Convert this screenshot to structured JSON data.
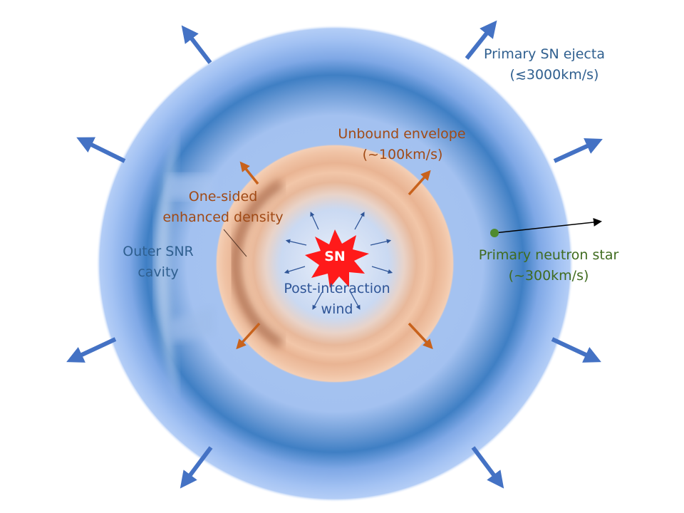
{
  "labels": {
    "primary_ejecta_1": "Primary SN ejecta",
    "primary_ejecta_2": "(≲3000km/s)",
    "unbound_env_1": "Unbound envelope",
    "unbound_env_2": "(~100km/s)",
    "onesided_1": "One-sided",
    "onesided_2": "enhanced density",
    "outer_cavity_1": "Outer SNR",
    "outer_cavity_2": "cavity",
    "neutron_star_1": "Primary neutron star",
    "neutron_star_2": "(~300km/s)",
    "wind_1": "Post-interaction",
    "wind_2": "wind",
    "sn": "SN"
  },
  "colors": {
    "ejecta_text": "#2f5f8f",
    "envelope_text": "#a04a16",
    "ns_text": "#3f6b1f",
    "ns_dot": "#4f8a2f",
    "outer_arrow": "#4472c4",
    "env_arrow": "#c8621c",
    "wind_arrow": "#2f5597",
    "sn_star": "#ff1a1a"
  }
}
